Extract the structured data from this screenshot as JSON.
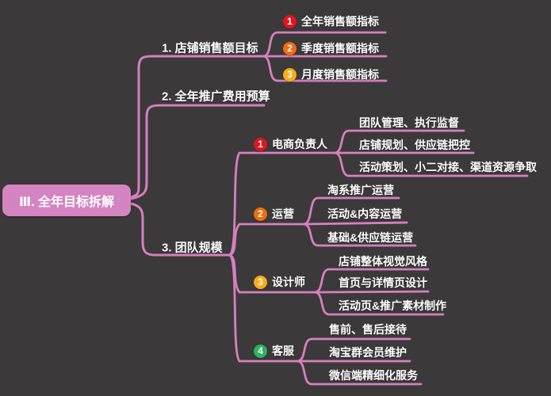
{
  "title": "Ⅲ. 全年目标拆解",
  "colors": {
    "background": "#3b393a",
    "line_pink": "#d77fc0",
    "central_node_fill": "#d584c2",
    "badge_red": "#e1151f",
    "badge_orange": "#f06c0d",
    "badge_amber": "#f8ac18",
    "badge_green": "#2bb45e",
    "text": "#ffffff"
  },
  "branches": [
    {
      "label": "1. 店铺销售额目标",
      "children": [
        {
          "num": "1",
          "badge_color": "red",
          "label": "全年销售额指标"
        },
        {
          "num": "2",
          "badge_color": "orange",
          "label": "季度销售额指标"
        },
        {
          "num": "3",
          "badge_color": "amber",
          "label": "月度销售额指标"
        }
      ]
    },
    {
      "label": "2. 全年推广费用预算",
      "children": []
    },
    {
      "label": "3. 团队规模",
      "children": [
        {
          "num": "1",
          "badge_color": "red",
          "label": "电商负责人",
          "leaves": [
            "团队管理、执行监督",
            "店铺规划、供应链把控",
            "活动策划、小二对接、渠道资源争取"
          ]
        },
        {
          "num": "2",
          "badge_color": "orange",
          "label": "运营",
          "leaves": [
            "淘系推广运营",
            "活动&内容运营",
            "基础&供应链运营"
          ]
        },
        {
          "num": "3",
          "badge_color": "amber",
          "label": "设计师",
          "leaves": [
            "店铺整体视觉风格",
            "首页与详情页设计",
            "活动页&推广素材制作"
          ]
        },
        {
          "num": "4",
          "badge_color": "green",
          "label": "客服",
          "leaves": [
            "售前、售后接待",
            "淘宝群会员维护",
            "微信端精细化服务"
          ]
        }
      ]
    }
  ]
}
